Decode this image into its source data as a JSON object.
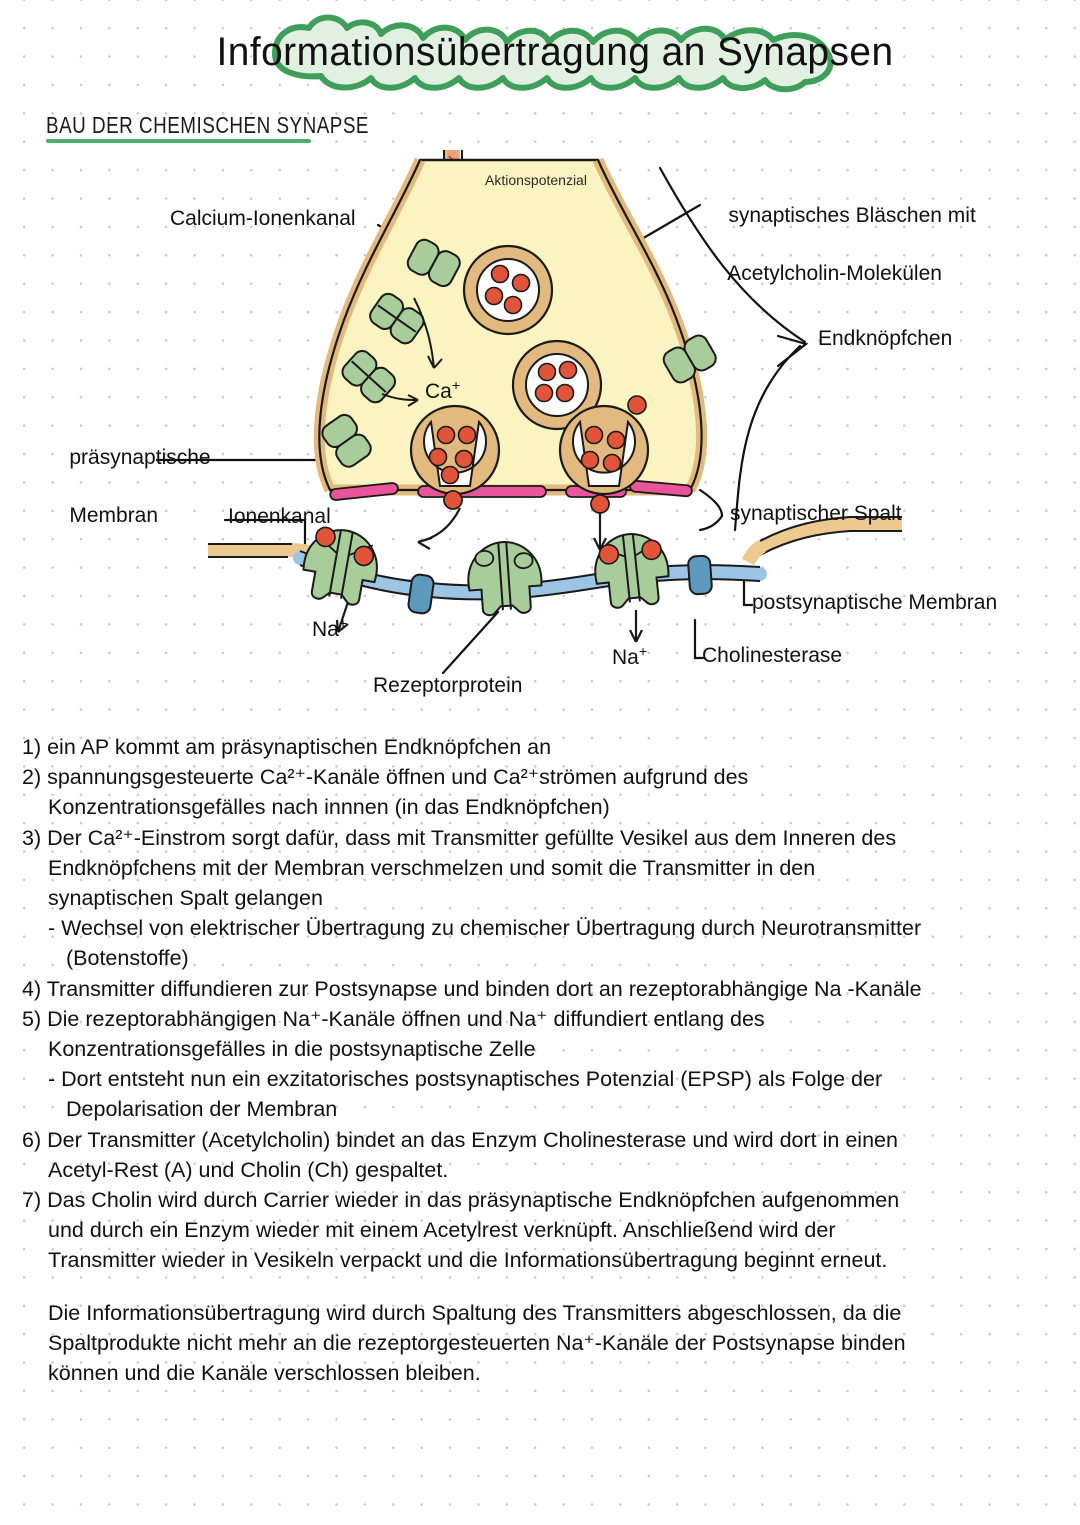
{
  "page": {
    "title": "Informationsübertragung an Synapsen",
    "section_heading": "BAU DER CHEMISCHEN SYNAPSE",
    "accent_green": "#3f9e5a",
    "banner_fill": "#e2f0e2",
    "underline_color": "#4caf6a"
  },
  "diagram": {
    "labels": {
      "aktionspotenzial": "Aktionspotenzial",
      "calcium_ionenkanal": "Calcium-Ionenkanal",
      "ca_ion": "Ca",
      "ca_ion_charge": "+",
      "vesikel_line1": "synaptisches Bläschen mit",
      "vesikel_line2": "Acetylcholin-Molekülen",
      "endknoepfchen": "Endknöpfchen",
      "praesyn_line1": "präsynaptische",
      "praesyn_line2": "Membran",
      "ionenkanal": "Ionenkanal",
      "synaptischer_spalt": "synaptischer Spalt",
      "postsyn_membran": "postsynaptische Membran",
      "cholinesterase": "Cholinesterase",
      "na_left": "Na",
      "na_left_charge": "+",
      "na_right": "Na",
      "na_right_charge": "+",
      "rezeptorprotein": "Rezeptorprotein"
    },
    "colors": {
      "cytoplasm": "#fbf4c0",
      "membrane": "#e2b97f",
      "active_zone_pink": "#e8559a",
      "channel_green": "#a9cc9b",
      "vesicle_ring": "#e2b97f",
      "transmitter_red": "#e1543a",
      "postsyn_blue": "#9cc4e4",
      "cholinesterase_blue": "#5d99bd",
      "axon_tan": "#eec98f",
      "ap_orange": "#f0a07a"
    }
  },
  "steps": [
    {
      "id": "step-1",
      "lines": [
        "1) ein AP kommt am präsynaptischen Endknöpfchen an"
      ]
    },
    {
      "id": "step-2",
      "lines": [
        "2) spannungsgesteuerte Ca²⁺-Kanäle öffnen und Ca²⁺strömen aufgrund des",
        "Konzentrationsgefälles nach innnen (in das Endknöpfchen)"
      ]
    },
    {
      "id": "step-3",
      "lines": [
        "3) Der Ca²⁺-Einstrom sorgt dafür, dass mit Transmitter gefüllte Vesikel aus dem Inneren des",
        "Endknöpfchens mit der Membran verschmelzen und somit die Transmitter in den",
        "synaptischen Spalt gelangen"
      ]
    },
    {
      "id": "step-3-sub",
      "lines": [
        "- Wechsel von elektrischer Übertragung zu chemischer Übertragung durch Neurotransmitter",
        "(Botenstoffe)"
      ]
    },
    {
      "id": "step-4",
      "lines": [
        "4) Transmitter diffundieren zur Postsynapse und binden dort an rezeptorabhängige Na -Kanäle"
      ]
    },
    {
      "id": "step-5",
      "lines": [
        "5) Die rezeptorabhängigen Na⁺-Kanäle öffnen und Na⁺ diffundiert entlang des",
        "Konzentrationsgefälles in die postsynaptische Zelle"
      ]
    },
    {
      "id": "step-5-sub",
      "lines": [
        "- Dort entsteht nun ein exzitatorisches postsynaptisches Potenzial (EPSP) als Folge der",
        "Depolarisation der Membran"
      ]
    },
    {
      "id": "step-6",
      "lines": [
        "6) Der Transmitter (Acetylcholin) bindet an das Enzym Cholinesterase und wird dort in einen",
        "Acetyl-Rest (A) und Cholin (Ch) gespaltet."
      ]
    },
    {
      "id": "step-7",
      "lines": [
        "7) Das Cholin wird durch Carrier wieder in das präsynaptische Endknöpfchen aufgenommen",
        "und durch ein Enzym wieder mit einem Acetylrest verknüpft. Anschließend wird der",
        "Transmitter wieder in Vesikeln verpackt und die Informationsübertragung beginnt erneut."
      ]
    }
  ],
  "summary": {
    "lines": [
      "Die Informationsübertragung wird durch Spaltung des Transmitters abgeschlossen, da die",
      "Spaltprodukte nicht mehr an die rezeptorgesteuerten Na⁺-Kanäle der Postsynapse binden",
      "können und die Kanäle verschlossen bleiben."
    ]
  }
}
